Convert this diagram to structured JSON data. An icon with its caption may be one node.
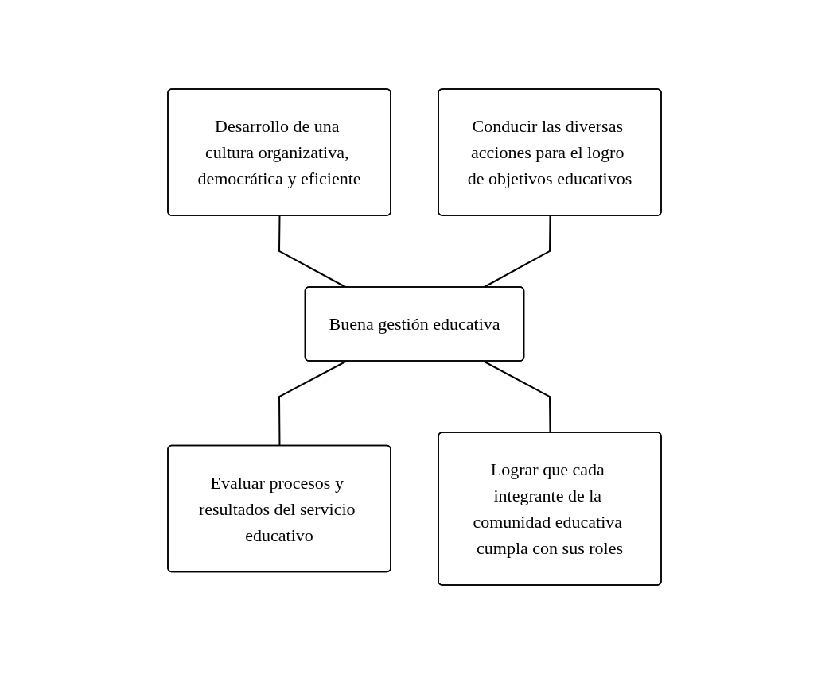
{
  "diagram": {
    "nodes": [
      {
        "text": [
          "Desarrollo de una cultura organizativa, democrática y eficiente"
        ]
      },
      {
        "text": [
          "Conducir las diversas acciones para el logro de objetivos educativos"
        ]
      },
      {
        "text": [
          "Buena gestión educativa"
        ]
      },
      {
        "text": [
          "Evaluar procesos y resultados del servicio educativo"
        ]
      },
      {
        "text": [
          "Lograr que cada integrante de la comunidad educativa cumpla con sus roles"
        ]
      }
    ],
    "edges": [
      {
        "from": 0,
        "to": 2,
        "arrow": "none"
      },
      {
        "from": 1,
        "to": 2,
        "arrow": "none"
      },
      {
        "from": 2,
        "to": 3,
        "arrow": "none"
      },
      {
        "from": 2,
        "to": 4,
        "arrow": "none"
      }
    ]
  }
}
